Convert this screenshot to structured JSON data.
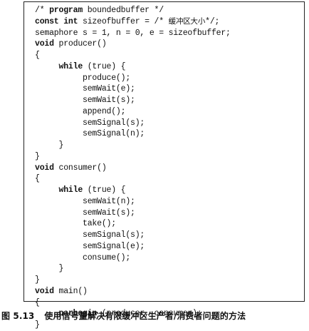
{
  "code_lines": [
    [
      {
        "t": "/* "
      },
      {
        "t": "program",
        "b": true
      },
      {
        "t": " boundedbuffer */"
      }
    ],
    [
      {
        "t": "const int",
        "b": true
      },
      {
        "t": " sizeofbuffer = /* "
      },
      {
        "t": "缓冲区大小",
        "cn": true
      },
      {
        "t": "*/;"
      }
    ],
    [
      {
        "t": "semaphore s = 1, n = 0, e = sizeofbuffer;"
      }
    ],
    [
      {
        "t": "void",
        "b": true
      },
      {
        "t": " producer()"
      }
    ],
    [
      {
        "t": "{"
      }
    ],
    [
      {
        "t": "     "
      },
      {
        "t": "while",
        "b": true
      },
      {
        "t": " (true) {"
      }
    ],
    [
      {
        "t": "          produce();"
      }
    ],
    [
      {
        "t": "          semWait(e);"
      }
    ],
    [
      {
        "t": "          semWait(s);"
      }
    ],
    [
      {
        "t": "          append();"
      }
    ],
    [
      {
        "t": "          semSignal(s);"
      }
    ],
    [
      {
        "t": "          semSignal(n);"
      }
    ],
    [
      {
        "t": "     }"
      }
    ],
    [
      {
        "t": "}"
      }
    ],
    [
      {
        "t": "void",
        "b": true
      },
      {
        "t": " consumer()"
      }
    ],
    [
      {
        "t": "{"
      }
    ],
    [
      {
        "t": "     "
      },
      {
        "t": "while",
        "b": true
      },
      {
        "t": " (true) {"
      }
    ],
    [
      {
        "t": "          semWait(n);"
      }
    ],
    [
      {
        "t": "          semWait(s);"
      }
    ],
    [
      {
        "t": "          take();"
      }
    ],
    [
      {
        "t": "          semSignal(s);"
      }
    ],
    [
      {
        "t": "          semSignal(e);"
      }
    ],
    [
      {
        "t": "          consume();"
      }
    ],
    [
      {
        "t": "     }"
      }
    ],
    [
      {
        "t": "}"
      }
    ],
    [
      {
        "t": "void",
        "b": true
      },
      {
        "t": " main()"
      }
    ],
    [
      {
        "t": "{"
      }
    ],
    [
      {
        "t": "     "
      },
      {
        "t": "parbegin",
        "b": true
      },
      {
        "t": " (producer, consumer);"
      }
    ],
    [
      {
        "t": "}"
      }
    ]
  ],
  "caption": {
    "label": "图 5.13",
    "text": "使用信号量解决有限缓冲区生产者/消费者问题的方法"
  }
}
